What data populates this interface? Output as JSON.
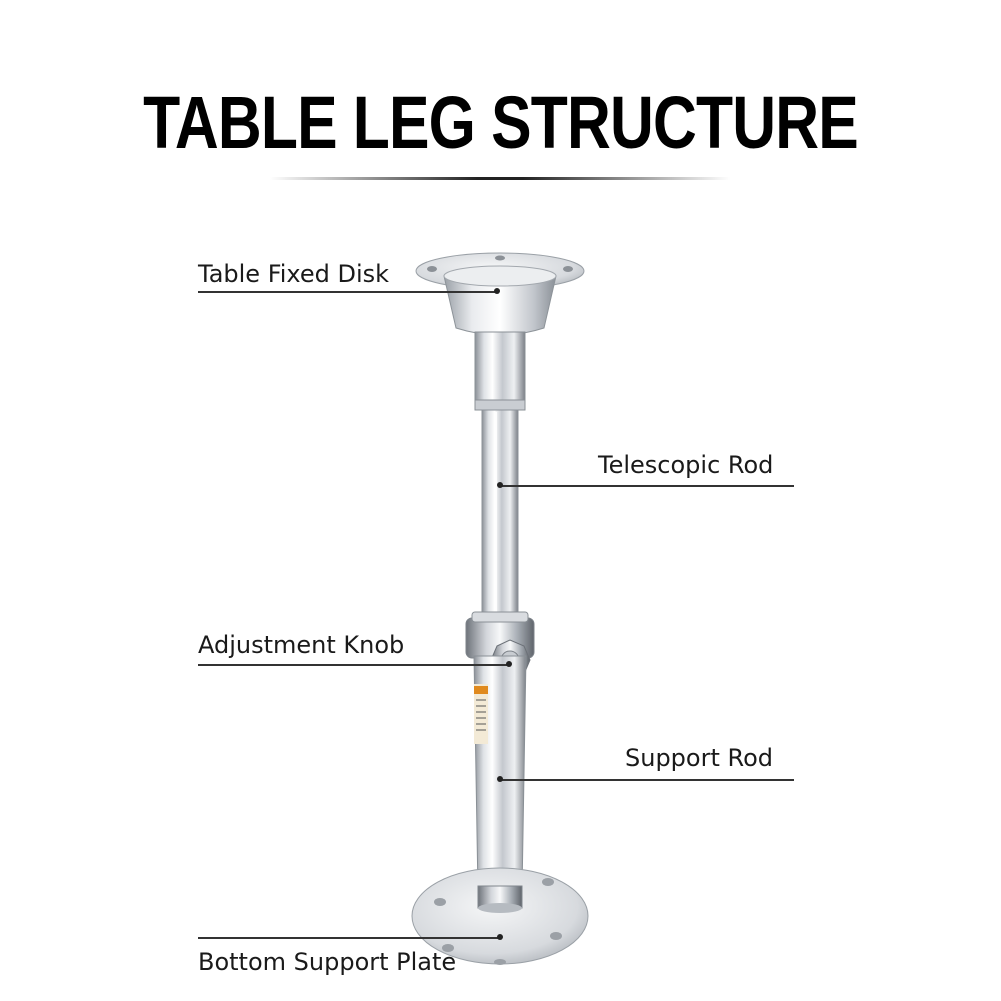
{
  "title": "TABLE LEG STRUCTURE",
  "labels": {
    "table_fixed_disk": "Table Fixed Disk",
    "telescopic_rod": "Telescopic Rod",
    "adjustment_knob": "Adjustment Knob",
    "support_rod": "Support Rod",
    "bottom_support_plate": "Bottom Support Plate"
  },
  "colors": {
    "background": "#ffffff",
    "text": "#1a1a1a",
    "metal_light": "#f4f5f7",
    "metal_mid": "#b9bec5",
    "metal_dark": "#6f757d",
    "warning_sticker": "#e08a1e"
  }
}
